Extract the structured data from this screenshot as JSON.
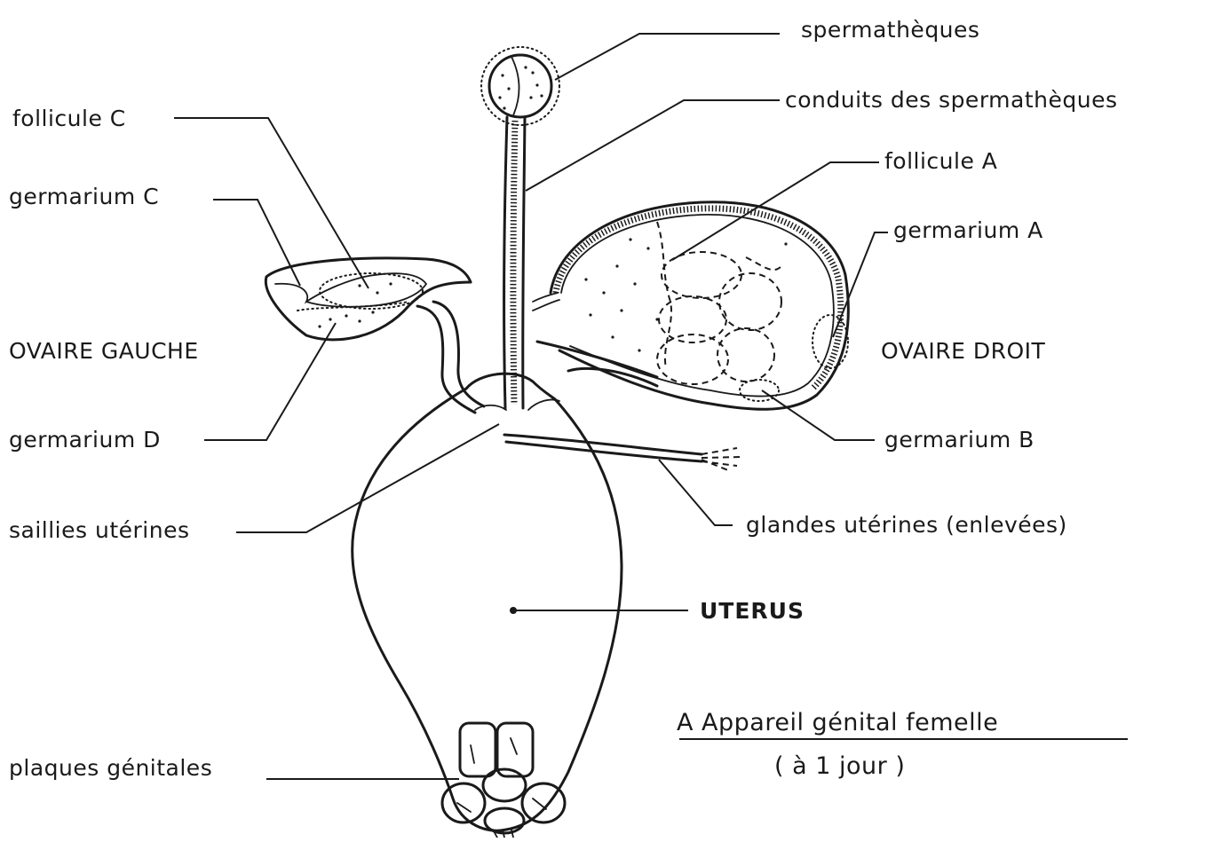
{
  "labels": {
    "spermatheques": "spermathèques",
    "conduits": "conduits des spermathèques",
    "follicule_c": "follicule C",
    "follicule_a": "follicule A",
    "germarium_c": "germarium C",
    "germarium_a": "germarium A",
    "ovaire_gauche": "OVAIRE GAUCHE",
    "ovaire_droit": "OVAIRE DROIT",
    "germarium_d": "germarium D",
    "germarium_b": "germarium B",
    "saillies": "saillies utérines",
    "glandes": "glandes utérines (enlevées)",
    "uterus": "UTERUS",
    "plaques": "plaques génitales"
  },
  "caption": {
    "title": "A Appareil génital femelle",
    "subtitle": "( à 1 jour )"
  }
}
